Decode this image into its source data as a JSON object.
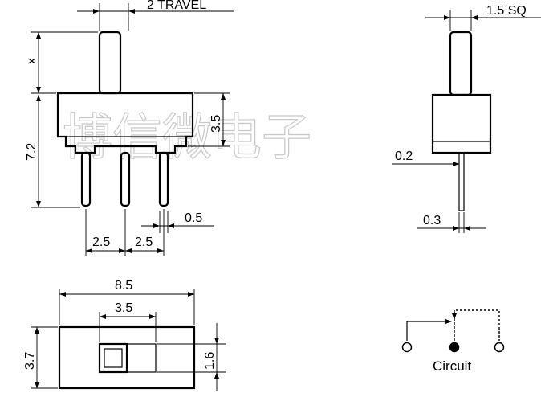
{
  "labels": {
    "travel": "2 TRAVEL",
    "x": "x",
    "height_total": "7.2",
    "height_body": "3.5",
    "pitch_left": "2.5",
    "pitch_right": "2.5",
    "pin_width": "0.5",
    "actuator_sq": "1.5 SQ",
    "pin_offset": "0.2",
    "pin_thickness": "0.3",
    "body_length": "8.5",
    "slot_length": "3.5",
    "body_width": "3.7",
    "slot_width": "1.6",
    "circuit": "Circuit"
  },
  "watermark": "博信微电子",
  "colors": {
    "line": "#000000",
    "watermark": "#c8c8c8",
    "background": "#ffffff"
  }
}
